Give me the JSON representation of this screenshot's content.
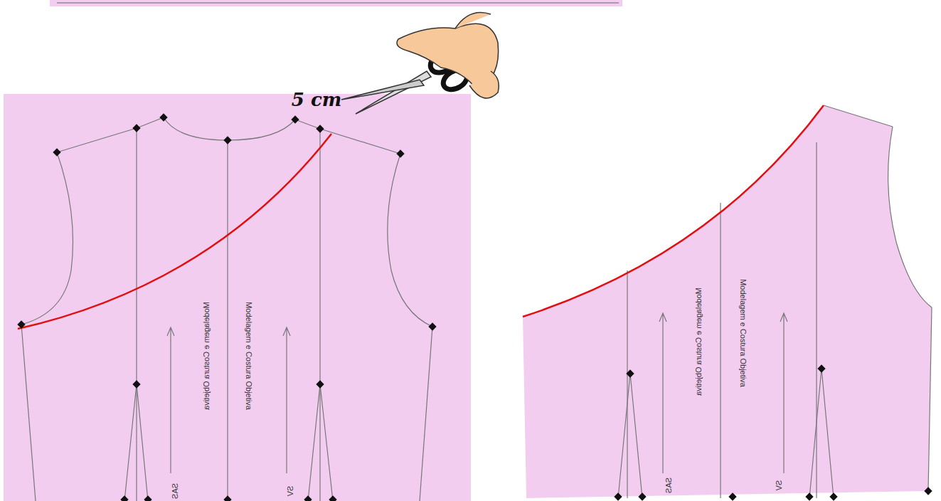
{
  "diagram": {
    "labels": [
      "5 cm",
      "Modelagem e Costura Objetiva",
      "Modelagem e Costura Objetiva",
      "Modelagem e Costura Objetiva",
      "Modelagem e Costura Objetiva",
      "SAS",
      "SV",
      "SAS",
      "SV"
    ]
  }
}
